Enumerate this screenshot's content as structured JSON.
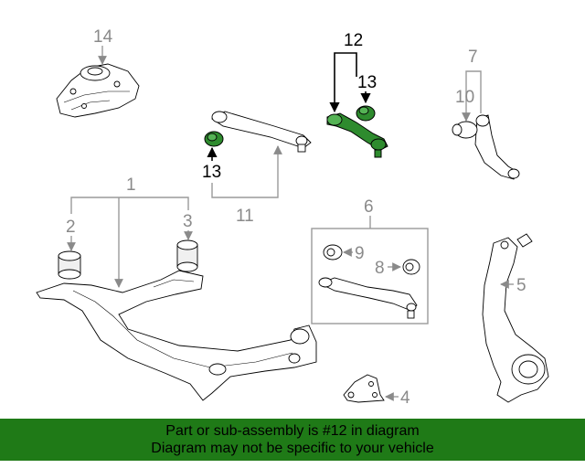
{
  "callouts": {
    "c1": "1",
    "c2": "2",
    "c3": "3",
    "c4": "4",
    "c5": "5",
    "c6": "6",
    "c7": "7",
    "c8": "8",
    "c9": "9",
    "c10": "10",
    "c11": "11",
    "c12": "12",
    "c13a": "13",
    "c13b": "13",
    "c14": "14"
  },
  "highlighted_part": "12",
  "colors": {
    "highlight": "#2e8b2e",
    "banner": "#1f7a17",
    "leader": "#9a9a9a"
  },
  "banner": {
    "line1": "Part or sub-assembly is #12 in diagram",
    "line2": "Diagram may not be specific to your vehicle"
  }
}
